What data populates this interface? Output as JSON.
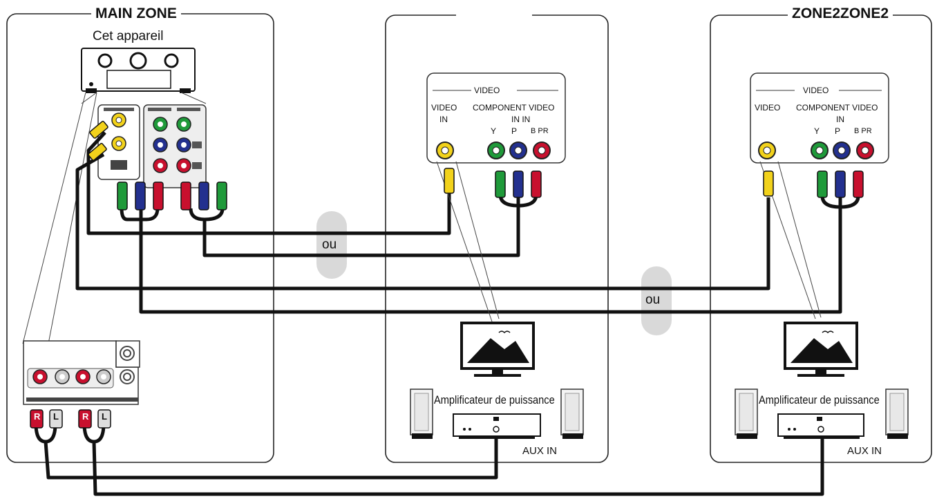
{
  "zones": {
    "main": "MAIN ZONE",
    "zone2": "ZONE2ZONE2"
  },
  "device_label": "Cet appareil",
  "or_label": "ou",
  "video_panel": {
    "group_title": "VIDEO",
    "video_in_line1": "VIDEO",
    "video_in_line2": "IN",
    "component_line1": "COMPONENT VIDEO",
    "component_line2_middle": "IN IN",
    "component_line2_right": "IN",
    "y": "Y",
    "pb": "P",
    "pr": "B PR"
  },
  "amp_label": "Amplificateur de puissance",
  "aux_label": "AUX IN",
  "plug_labels": {
    "r": "R",
    "l": "L"
  },
  "colors": {
    "yellow": "#f2d21b",
    "green": "#1f9a3a",
    "blue": "#23308f",
    "red": "#c8102e",
    "cable": "#111111",
    "ou_bubble": "#d9d9d9"
  }
}
